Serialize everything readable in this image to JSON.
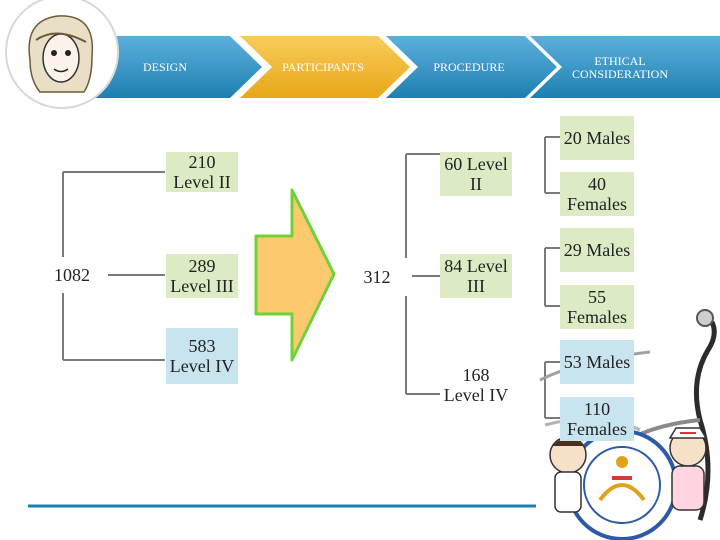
{
  "nav": {
    "steps": [
      {
        "label": "DESIGN"
      },
      {
        "label": "PARTICIPANTS"
      },
      {
        "label": "PROCEDURE"
      },
      {
        "label": "ETHICAL CONSIDERATION"
      }
    ]
  },
  "diagram": {
    "total": "1082",
    "levels": [
      "210 Level II",
      "289 Level III",
      "583 Level IV"
    ],
    "sample_total": "312",
    "samples": [
      "60 Level II",
      "84 Level III",
      "168 Level IV"
    ],
    "genders": [
      "20 Males",
      "40 Females",
      "29 Males",
      "55 Females",
      "53 Males",
      "110 Females"
    ]
  },
  "colors": {
    "nav_blue_dark": "#1d7fb0",
    "nav_blue_light": "#5db0dc",
    "nav_gold": "#f2b630",
    "arrow_fill": "#fcc96e",
    "arrow_outline": "#6fd13a",
    "level_green": "#dcebc4",
    "level_blue": "#c8e4ef"
  },
  "icons": [
    "woman-portrait-icon",
    "stethoscope-icon",
    "nurse-cartoon-icon",
    "university-seal-icon"
  ]
}
